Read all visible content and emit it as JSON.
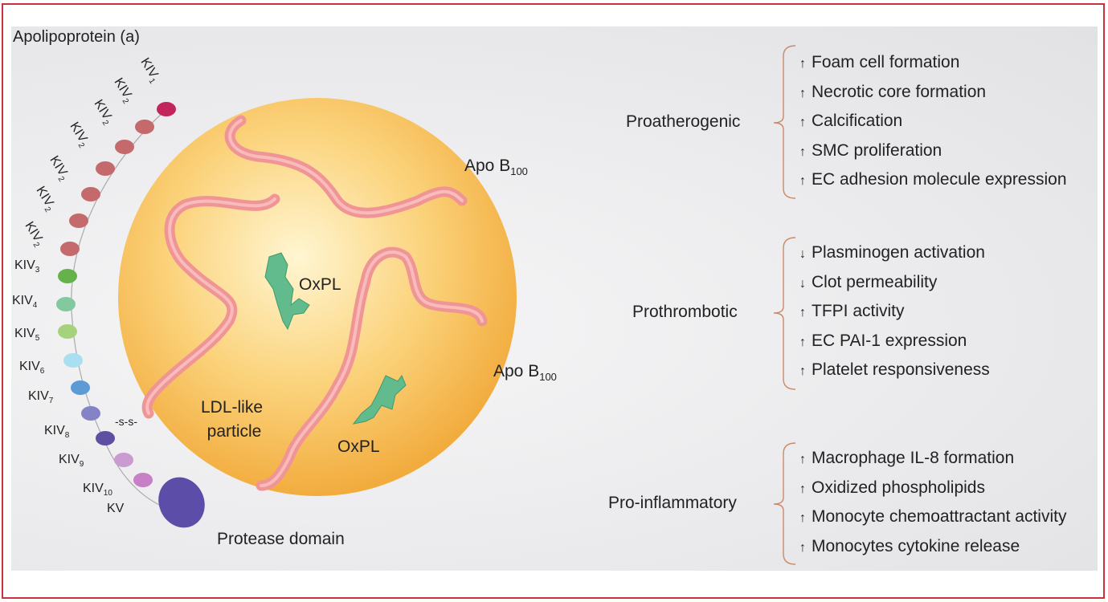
{
  "title": "Apolipoprotein (a)",
  "labels": {
    "apo_b": "Apo B",
    "apo_b_sub": "100",
    "oxpl": "OxPL",
    "ldl_line1": "LDL-like",
    "ldl_line2": "particle",
    "protease": "Protease domain",
    "disulfide": "-s-s-"
  },
  "kringles": [
    {
      "base": "KIV",
      "sub": "1",
      "color": "#c2255c"
    },
    {
      "base": "KIV",
      "sub": "2",
      "color": "#c56a6c"
    },
    {
      "base": "KIV",
      "sub": "2",
      "color": "#c56a6c"
    },
    {
      "base": "KIV",
      "sub": "2",
      "color": "#c56a6c"
    },
    {
      "base": "KIV",
      "sub": "2",
      "color": "#c56a6c"
    },
    {
      "base": "KIV",
      "sub": "2",
      "color": "#c56a6c"
    },
    {
      "base": "KIV",
      "sub": "2",
      "color": "#c56a6c"
    },
    {
      "base": "KIV",
      "sub": "3",
      "color": "#66b24a"
    },
    {
      "base": "KIV",
      "sub": "4",
      "color": "#82c9a0"
    },
    {
      "base": "KIV",
      "sub": "5",
      "color": "#a6d27c"
    },
    {
      "base": "KIV",
      "sub": "6",
      "color": "#a9dff0"
    },
    {
      "base": "KIV",
      "sub": "7",
      "color": "#5c9bd6"
    },
    {
      "base": "KIV",
      "sub": "8",
      "color": "#8483c6"
    },
    {
      "base": "KIV",
      "sub": "9",
      "color": "#5f4fa3"
    },
    {
      "base": "KIV",
      "sub": "10",
      "color": "#c99bd0"
    },
    {
      "base": "KV",
      "sub": "",
      "color": "#c77fc6"
    }
  ],
  "protease_color": "#5b4da8",
  "effect_groups": [
    {
      "name": "Proatherogenic",
      "items": [
        {
          "arrow": "↑",
          "text": "Foam cell formation"
        },
        {
          "arrow": "↑",
          "text": "Necrotic core formation"
        },
        {
          "arrow": "↑",
          "text": "Calcification"
        },
        {
          "arrow": "↑",
          "text": "SMC proliferation"
        },
        {
          "arrow": "↑",
          "text": "EC adhesion molecule expression"
        }
      ]
    },
    {
      "name": "Prothrombotic",
      "items": [
        {
          "arrow": "↓",
          "text": "Plasminogen activation"
        },
        {
          "arrow": "↓",
          "text": "Clot permeability"
        },
        {
          "arrow": "↑",
          "text": "TFPI activity"
        },
        {
          "arrow": "↑",
          "text": "EC PAI-1 expression"
        },
        {
          "arrow": "↑",
          "text": "Platelet responsiveness"
        }
      ]
    },
    {
      "name": "Pro-inflammatory",
      "items": [
        {
          "arrow": "↑",
          "text": "Macrophage IL-8 formation"
        },
        {
          "arrow": "↑",
          "text": "Oxidized phospholipids"
        },
        {
          "arrow": "↑",
          "text": "Monocyte chemoattractant activity"
        },
        {
          "arrow": "↑",
          "text": "Monocytes cytokine release"
        }
      ]
    }
  ],
  "colors": {
    "frame": "#c9323c",
    "particle_inner": "#fff3c4",
    "particle_outer": "#f5b54a",
    "apob": "#f08c8c",
    "oxpl": "#5cb887",
    "bracket": "#c98a6a"
  }
}
